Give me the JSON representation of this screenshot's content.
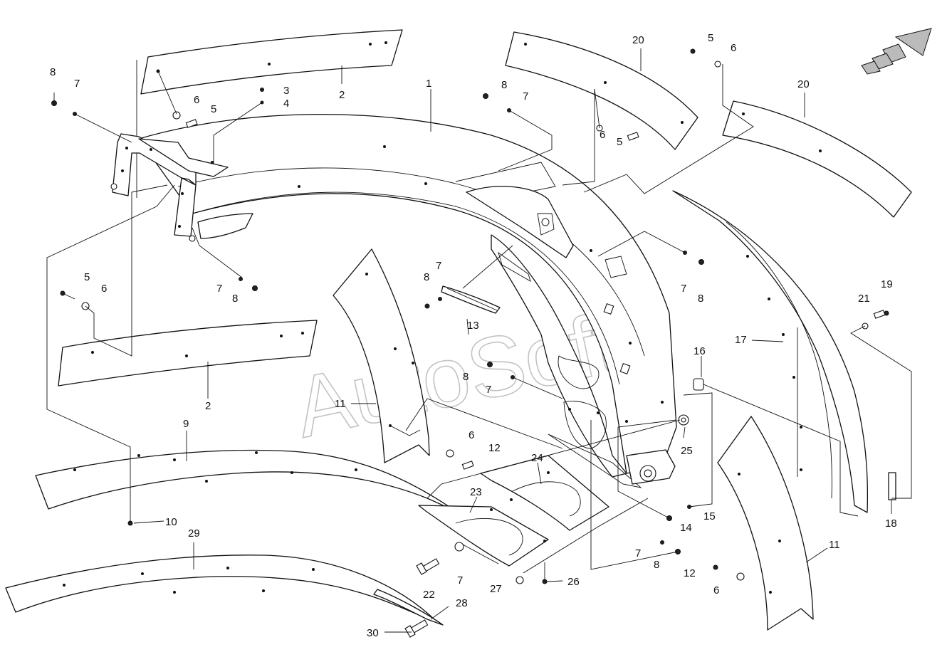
{
  "watermark": "AutoSoft",
  "callouts": [
    {
      "id": "c1",
      "text": "1"
    },
    {
      "id": "c2a",
      "text": "2"
    },
    {
      "id": "c2b",
      "text": "2"
    },
    {
      "id": "c3",
      "text": "3"
    },
    {
      "id": "c4",
      "text": "4"
    },
    {
      "id": "c5a",
      "text": "5"
    },
    {
      "id": "c5b",
      "text": "5"
    },
    {
      "id": "c5c",
      "text": "5"
    },
    {
      "id": "c5d",
      "text": "5"
    },
    {
      "id": "c6a",
      "text": "6"
    },
    {
      "id": "c6b",
      "text": "6"
    },
    {
      "id": "c6c",
      "text": "6"
    },
    {
      "id": "c6d",
      "text": "6"
    },
    {
      "id": "c6e",
      "text": "6"
    },
    {
      "id": "c6f",
      "text": "6"
    },
    {
      "id": "c7a",
      "text": "7"
    },
    {
      "id": "c7b",
      "text": "7"
    },
    {
      "id": "c7c",
      "text": "7"
    },
    {
      "id": "c7d",
      "text": "7"
    },
    {
      "id": "c7e",
      "text": "7"
    },
    {
      "id": "c7f",
      "text": "7"
    },
    {
      "id": "c7g",
      "text": "7"
    },
    {
      "id": "c7h",
      "text": "7"
    },
    {
      "id": "c8a",
      "text": "8"
    },
    {
      "id": "c8b",
      "text": "8"
    },
    {
      "id": "c8c",
      "text": "8"
    },
    {
      "id": "c8d",
      "text": "8"
    },
    {
      "id": "c8e",
      "text": "8"
    },
    {
      "id": "c8f",
      "text": "8"
    },
    {
      "id": "c8g",
      "text": "8"
    },
    {
      "id": "c9",
      "text": "9"
    },
    {
      "id": "c10",
      "text": "10"
    },
    {
      "id": "c11a",
      "text": "11"
    },
    {
      "id": "c11b",
      "text": "11"
    },
    {
      "id": "c12a",
      "text": "12"
    },
    {
      "id": "c12b",
      "text": "12"
    },
    {
      "id": "c13",
      "text": "13"
    },
    {
      "id": "c14",
      "text": "14"
    },
    {
      "id": "c15",
      "text": "15"
    },
    {
      "id": "c16",
      "text": "16"
    },
    {
      "id": "c17",
      "text": "17"
    },
    {
      "id": "c18",
      "text": "18"
    },
    {
      "id": "c19",
      "text": "19"
    },
    {
      "id": "c20a",
      "text": "20"
    },
    {
      "id": "c20b",
      "text": "20"
    },
    {
      "id": "c21",
      "text": "21"
    },
    {
      "id": "c22",
      "text": "22"
    },
    {
      "id": "c23",
      "text": "23"
    },
    {
      "id": "c24",
      "text": "24"
    },
    {
      "id": "c25",
      "text": "25"
    },
    {
      "id": "c26",
      "text": "26"
    },
    {
      "id": "c27",
      "text": "27"
    },
    {
      "id": "c28",
      "text": "28"
    },
    {
      "id": "c29",
      "text": "29"
    },
    {
      "id": "c30",
      "text": "30"
    }
  ]
}
